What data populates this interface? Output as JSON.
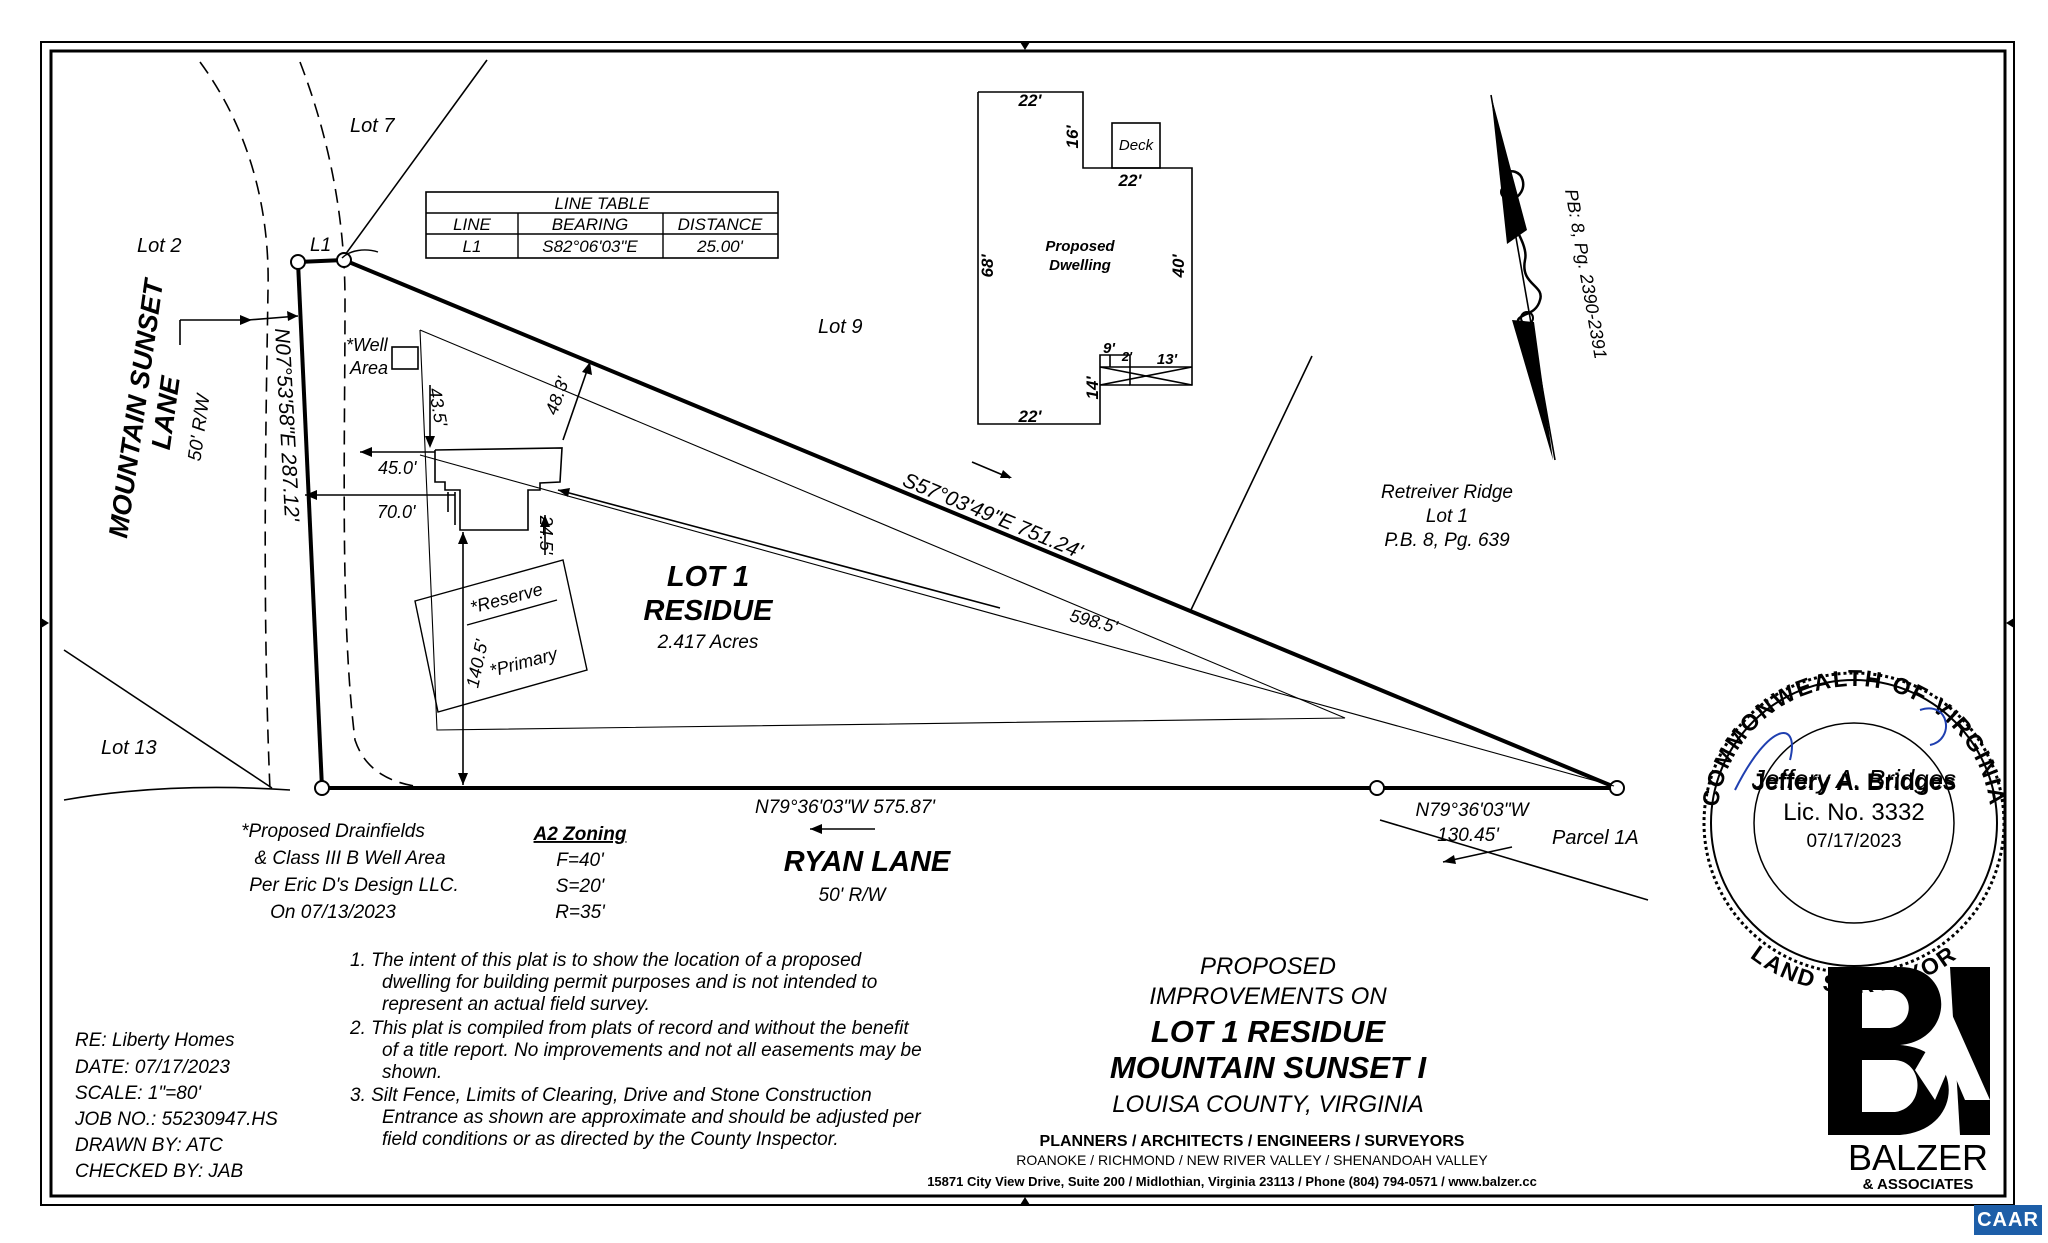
{
  "lots": {
    "lot7": "Lot 7",
    "lot2": "Lot 2",
    "lot9": "Lot 9",
    "lot13": "Lot 13",
    "parcel1a": "Parcel 1A"
  },
  "line_table": {
    "title": "LINE TABLE",
    "headers": [
      "LINE",
      "BEARING",
      "DISTANCE"
    ],
    "row": [
      "L1",
      "S82°06'03\"E",
      "25.00'"
    ]
  },
  "l1_label": "L1",
  "mountain_sunset_lane": {
    "line1": "MOUNTAIN SUNSET",
    "line2": "LANE",
    "rw": "50' R/W"
  },
  "ryan_lane": {
    "name": "RYAN LANE",
    "rw": "50' R/W"
  },
  "bearings": {
    "west": "N07°53'58\"E   287.12'",
    "north_east": "S57°03'49\"E   751.24'",
    "south": "N79°36'03\"W   575.87'",
    "south_east_1": "N79°36'03\"W",
    "south_east_2": "130.45'"
  },
  "dims": {
    "d43_5": "43.5'",
    "d48_3": "48.3'",
    "d45_0": "45.0'",
    "d70_0": "70.0'",
    "d24_5": "24.5'",
    "d140_5": "140.5'",
    "d598_5": "598.5'"
  },
  "site_labels": {
    "well1": "*Well",
    "well2": "Area",
    "reserve": "*Reserve",
    "primary": "*Primary"
  },
  "lot_residue": {
    "line1": "LOT 1",
    "line2": "RESIDUE",
    "acres": "2.417 Acres"
  },
  "dwelling": {
    "label1": "Proposed",
    "label2": "Dwelling",
    "deck": "Deck",
    "d22_top": "22'",
    "d16": "16'",
    "d22_mid": "22'",
    "d68": "68'",
    "d40": "40'",
    "d9": "9'",
    "d2": "2'",
    "d13": "13'",
    "d14": "14'",
    "d22_bot": "22'"
  },
  "north_ref": "PB: 8, Pg. 2390-2391",
  "retreiver": {
    "line1": "Retreiver Ridge",
    "line2": "Lot 1",
    "line3": "P.B. 8, Pg. 639"
  },
  "drainfield_note": {
    "line1": "*Proposed Drainfields",
    "line2": "& Class III B Well Area",
    "line3": "Per Eric D's Design LLC.",
    "line4": "On 07/13/2023"
  },
  "zoning": {
    "title": "A2 Zoning",
    "f": "F=40'",
    "s": "S=20'",
    "r": "R=35'"
  },
  "notes": [
    "1. The intent of this plat is to show the location of a proposed",
    "dwelling for building permit purposes and is not intended to",
    "represent an actual field survey.",
    "2. This plat is compiled from plats of record and without the benefit",
    "of a title report. No improvements and not all easements may be",
    "shown.",
    "3. Silt Fence, Limits of Clearing, Drive and Stone Construction",
    "Entrance as shown are approximate and should be adjusted per",
    "field conditions or as directed by the County Inspector."
  ],
  "job_info": [
    "RE: Liberty Homes",
    "DATE: 07/17/2023",
    "SCALE: 1\"=80'",
    "JOB NO.: 55230947.HS",
    "DRAWN BY: ATC",
    "CHECKED BY: JAB"
  ],
  "title_block": {
    "line1": "PROPOSED",
    "line2": "IMPROVEMENTS ON",
    "line3": "LOT 1 RESIDUE",
    "line4": "MOUNTAIN SUNSET I",
    "line5": "LOUISA COUNTY, VIRGINIA"
  },
  "firm": {
    "tagline": "PLANNERS / ARCHITECTS / ENGINEERS / SURVEYORS",
    "offices": "ROANOKE / RICHMOND / NEW RIVER VALLEY / SHENANDOAH VALLEY",
    "address": "15871 City View Drive, Suite 200 / Midlothian, Virginia 23113 / Phone (804) 794-0571 / www.balzer.cc",
    "logo_name": "BALZER",
    "logo_sub": "& ASSOCIATES"
  },
  "seal": {
    "top_arc": "COMMONWEALTH OF VIRGINIA",
    "name": "Jeffery A. Bridges",
    "lic": "Lic. No. 3332",
    "date": "07/17/2023",
    "bottom_arc": "LAND SURVEYOR",
    "signature": "Jeffery A. Bridges"
  },
  "caar_badge": "CAAR",
  "colors": {
    "ink": "#000000",
    "signature": "#1f3fb0",
    "badge": "#1d5ea8"
  }
}
